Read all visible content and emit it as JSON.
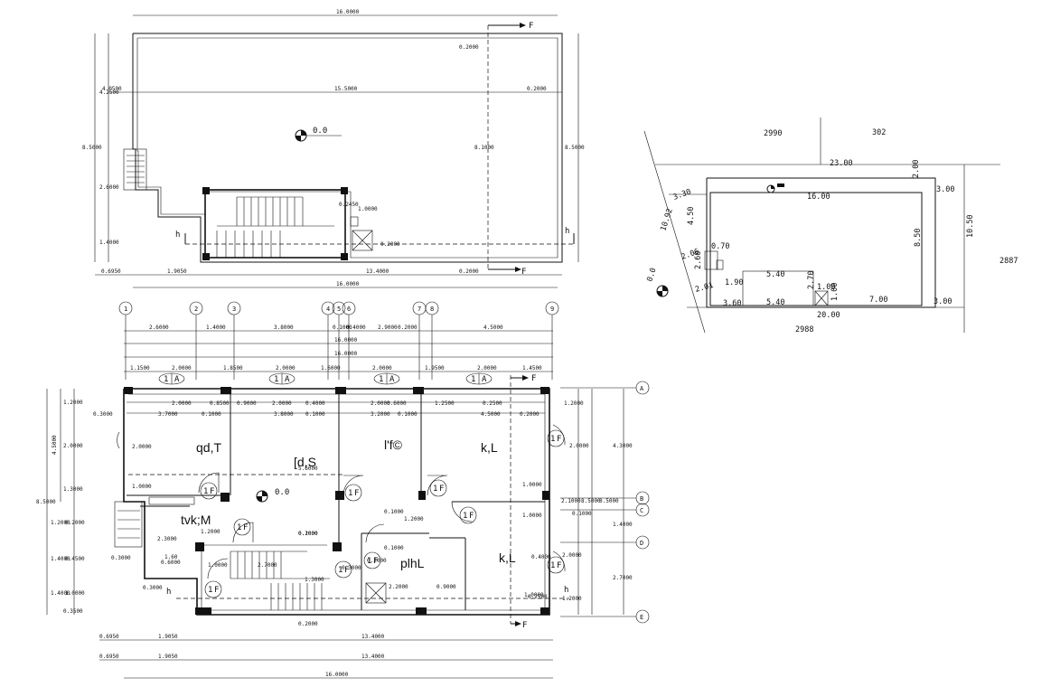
{
  "roof_plan": {
    "dims": {
      "top_total": "16.0000",
      "inner_width": "15.5000",
      "right_offset": "0.2000",
      "top_offset": "0.2000",
      "left_top": "4.2500",
      "left_top2": "4.0500",
      "left_height": "8.5000",
      "left_mid": "2.6000",
      "left_bottom": "1.4000",
      "right_height": "8.5000",
      "mid_height": "8.1000",
      "stair_a": "0.2450",
      "stair_b": "1.0000",
      "stair_c": "0.2000",
      "bottom_a": "0.6950",
      "bottom_b": "1.9050",
      "bottom_c": "13.4000",
      "bottom_offset": "0.2000",
      "bottom_total": "16.0000"
    },
    "level": "0.0",
    "section_mark": "F",
    "section_mark_h": "h"
  },
  "site_plan": {
    "plot_top_left": "2990",
    "plot_top_right": "302",
    "plot_right": "2887",
    "plot_bottom": "2988",
    "top_width": "23.00",
    "inner_width": "16.00",
    "top_right_dim": "2.00",
    "right_edge_dim": "3.00",
    "left_slant": "3.30",
    "left_diag": "10.92",
    "left_inner": "4.50",
    "left_small": "0.70",
    "left_small2": "2.60",
    "left_small3": "2.06",
    "right_height": "10.50",
    "inner_height": "8.50",
    "inner_block_w": "5.40",
    "inner_block_w2": "5.40",
    "inner_block_h": "2.70",
    "inner_block_side": "1.90",
    "inner_block_left": "2.01",
    "inner_block_bottom": "3.60",
    "stair_w": "1.00",
    "stair_h": "1.00",
    "bottom_right": "7.00",
    "bottom_right2": "3.00",
    "bottom_total": "20.00",
    "level": "0.0"
  },
  "floor_plan": {
    "grid_numbers": [
      "1",
      "2",
      "3",
      "4",
      "5",
      "6",
      "7",
      "8",
      "9"
    ],
    "grid_letters": [
      "A",
      "B",
      "C",
      "D",
      "E"
    ],
    "top_dims_row1": [
      "2.6000",
      "1.4000",
      "3.8000",
      "0.1000",
      "0.4000",
      "2.9000",
      "0.2000",
      "4.5000"
    ],
    "top_total1": "16.0000",
    "top_total2": "16.0000",
    "top_dims_row3": [
      "1.1500",
      "2.0000",
      "1.8500",
      "2.0000",
      "1.6000",
      "2.0000",
      "1.9500",
      "2.0000",
      "1.4500"
    ],
    "window_tag": "1",
    "window_tag_letter": "A",
    "inner_row1": [
      "2.0000",
      "0.8500",
      "0.9000",
      "2.0000",
      "0.4000",
      "2.0000",
      "0.6000",
      "1.2500",
      "0.2500"
    ],
    "inner_row2": [
      "3.7000",
      "0.1000",
      "3.8000",
      "0.1000",
      "3.2000",
      "0.1000",
      "4.5000",
      "0.2000"
    ],
    "room_labels": [
      "qd,T",
      "[d,S",
      "l'f©",
      "k,L",
      "tvk;M",
      "plhL",
      "k,L"
    ],
    "level": "0.0",
    "door_tag": "1",
    "door_tag_letter": "F",
    "left_dims": [
      "1.2000",
      "2.0000",
      "1.3000",
      "1.2000",
      "0.2000",
      "1.4000",
      "0.4500",
      "1.4000",
      "1.0000",
      "0.3500"
    ],
    "left_totals": [
      "4.5000",
      "8.5000"
    ],
    "left_small": [
      "0.3000",
      "0.3000",
      "0.3000"
    ],
    "right_dims": [
      "1.2000",
      "2.0000",
      "2.1000",
      "1.0000",
      "1.0000",
      "2.0000",
      "1.2000"
    ],
    "right_totals": [
      "4.3000",
      "1.4000",
      "2.7000",
      "8.5000"
    ],
    "right_small": [
      "0.1000",
      "0.5000"
    ],
    "inner_misc": [
      "2.0000",
      "1.0000",
      "0.1000",
      "1.2000",
      "0.1000",
      "1.2000",
      "2.3000",
      "1.60",
      "0.6000",
      "1.0000",
      "2.7000",
      "1.3000",
      "0.2000",
      "0.2000",
      "2.2000",
      "0.3000",
      "0.9000",
      "1.0000",
      "0.4000",
      "0.2500",
      "0.1000",
      "5.6000",
      "0.2000"
    ],
    "bottom_row1": [
      "0.6950",
      "1.9050",
      "13.4000"
    ],
    "bottom_row2": [
      "0.6950",
      "1.9050",
      "13.4000"
    ],
    "bottom_total": "16.0000",
    "section_mark": "F",
    "section_mark_h": "h"
  }
}
